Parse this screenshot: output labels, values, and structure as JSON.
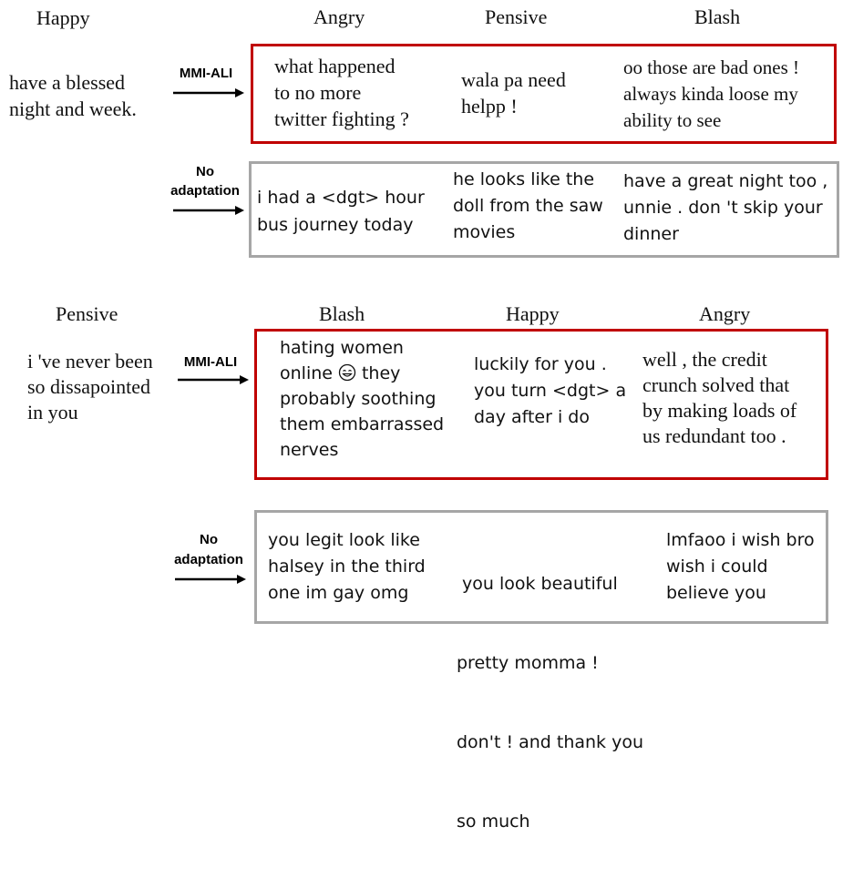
{
  "block1": {
    "source_emotion": "Happy",
    "input_text": [
      "have a blessed",
      "night and week."
    ],
    "mmi": {
      "label": "MMI-ALI",
      "emotions": [
        "Angry",
        "Pensive",
        "Blash"
      ],
      "responses": [
        [
          "what happened",
          "to no more",
          "twitter fighting ?"
        ],
        [
          "wala pa need",
          "helpp !"
        ],
        [
          "oo those are bad ones !",
          "always kinda loose my",
          "ability to see"
        ]
      ]
    },
    "noadapt": {
      "label_line1": "No",
      "label_line2": "adaptation",
      "responses": [
        [
          "i had a <dgt> hour",
          "bus journey today"
        ],
        [
          "he looks like the",
          "doll from the saw",
          "movies"
        ],
        [
          "have a great night too ,",
          "unnie . don 't skip your",
          "dinner"
        ]
      ]
    }
  },
  "block2": {
    "source_emotion": "Pensive",
    "input_text": [
      "i 've never been",
      "so dissapointed",
      "in you"
    ],
    "mmi": {
      "label": "MMI-ALI",
      "emotions": [
        "Blash",
        "Happy",
        "Angry"
      ],
      "responses": [
        [
          "hating women",
          "online",
          "they",
          "probably soothing",
          "them embarrassed",
          "nerves"
        ],
        [
          "luckily for you .",
          "you turn <dgt> a",
          "day after i do"
        ],
        [
          "well , the credit",
          "crunch solved that",
          "by making loads of",
          "us redundant too ."
        ]
      ]
    },
    "noadapt": {
      "label_line1": "No",
      "label_line2": "adaptation",
      "responses": [
        [
          "you legit look like",
          "halsey in the third",
          "one im gay omg"
        ],
        [
          " you look beautiful",
          "pretty momma !",
          "don't ! and thank you",
          "so much"
        ],
        [
          "lmfaoo i wish bro",
          "wish i could",
          "believe you"
        ]
      ]
    }
  },
  "colors": {
    "mmi_border": "#c00000",
    "noadapt_border": "#a6a6a6",
    "text": "#111111"
  },
  "icons": {
    "arrow": "right-arrow-icon",
    "emoji": "smiling-face-icon"
  }
}
